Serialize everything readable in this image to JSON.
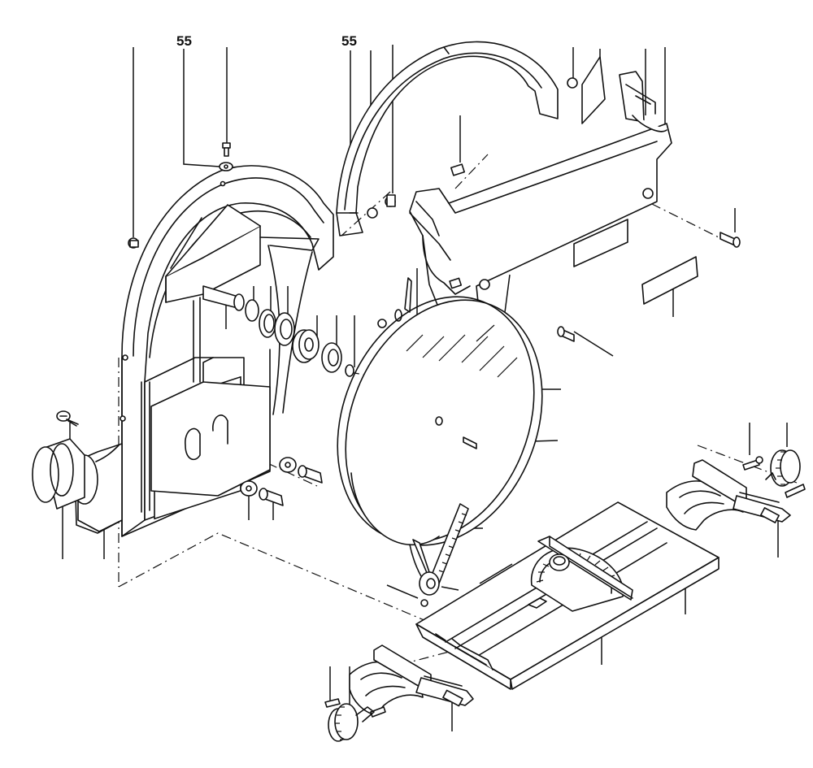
{
  "diagram": {
    "callouts": [
      {
        "id": "callout-left",
        "text": "55"
      },
      {
        "id": "callout-middle",
        "text": "55"
      }
    ],
    "parts": [
      "left-guard-housing",
      "upper-blade-guard",
      "right-side-panel",
      "sanding-disc",
      "drive-belt",
      "motor",
      "bearing-stack",
      "work-table",
      "miter-gauge",
      "table-bracket-left",
      "table-bracket-right",
      "tilt-knob-left",
      "tilt-knob-right",
      "label-plate"
    ]
  }
}
